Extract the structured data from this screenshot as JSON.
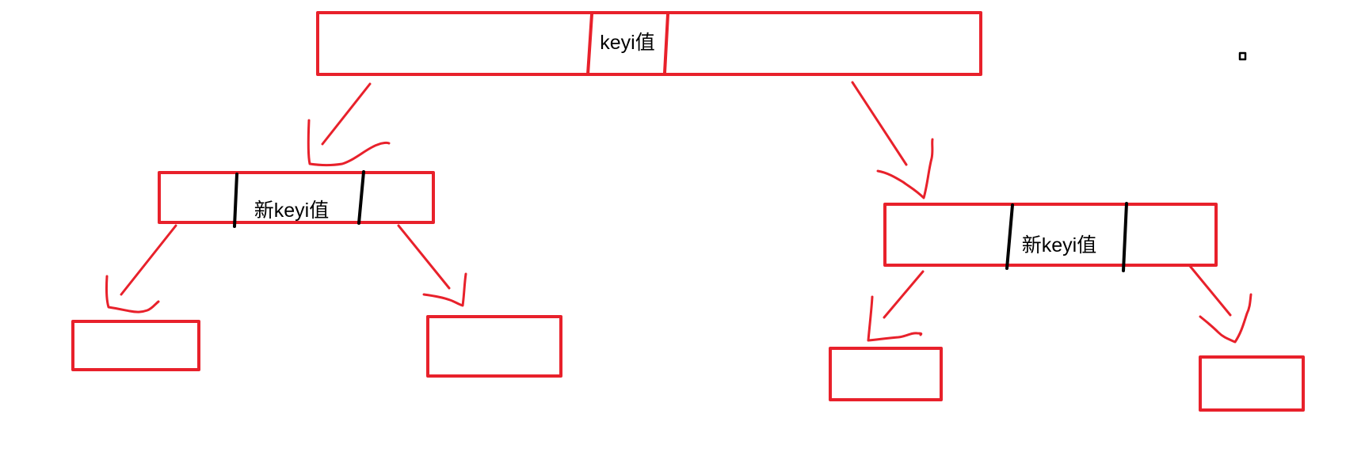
{
  "colors": {
    "stroke_red": "#e8212b",
    "divider_black": "#000000",
    "text": "#000000"
  },
  "root_node": {
    "label": "keyi值"
  },
  "left_child": {
    "label": "新keyi值"
  },
  "right_child": {
    "label": "新keyi值"
  }
}
